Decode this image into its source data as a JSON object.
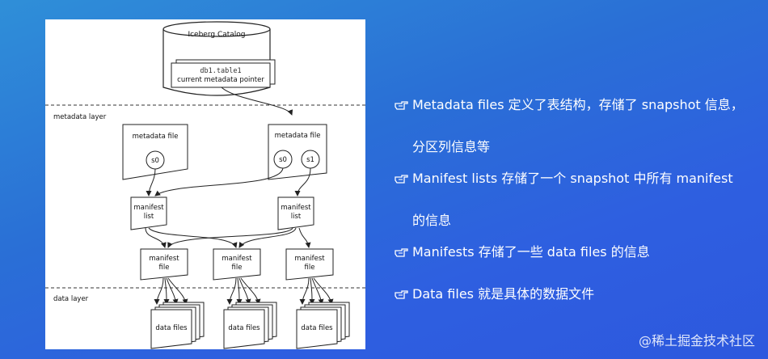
{
  "diagram": {
    "catalog": {
      "title": "Iceberg Catalog",
      "table": "db1.table1",
      "pointer": "current metadata pointer"
    },
    "layers": {
      "metadata": "metadata layer",
      "data": "data layer"
    },
    "metadata_files": [
      {
        "label": "metadata file",
        "snapshots": [
          "s0"
        ]
      },
      {
        "label": "metadata file",
        "snapshots": [
          "s0",
          "s1"
        ]
      }
    ],
    "manifest_lists": [
      {
        "label_line1": "manifest",
        "label_line2": "list"
      },
      {
        "label_line1": "manifest",
        "label_line2": "list"
      }
    ],
    "manifest_files": [
      {
        "label_line1": "manifest",
        "label_line2": "file"
      },
      {
        "label_line1": "manifest",
        "label_line2": "file"
      },
      {
        "label_line1": "manifest",
        "label_line2": "file"
      }
    ],
    "data_files": [
      {
        "label": "data files"
      },
      {
        "label": "data files"
      },
      {
        "label": "data files"
      }
    ]
  },
  "bullets": [
    {
      "icon": "hand-pointing-icon",
      "line1": "Metadata files 定义了表结构，存储了 snapshot 信息，",
      "line2": "分区列信息等"
    },
    {
      "icon": "hand-pointing-icon",
      "line1": "Manifest lists 存储了一个 snapshot 中所有 manifest",
      "line2": "的信息"
    },
    {
      "icon": "hand-pointing-icon",
      "line1": "Manifests 存储了一些 data files 的信息",
      "line2": ""
    },
    {
      "icon": "hand-pointing-icon",
      "line1": "Data files 就是具体的数据文件",
      "line2": ""
    }
  ],
  "footer": {
    "text": "@稀土掘金技术社区"
  },
  "colors": {
    "background": "#2a6fd6",
    "text": "#ffffff"
  }
}
